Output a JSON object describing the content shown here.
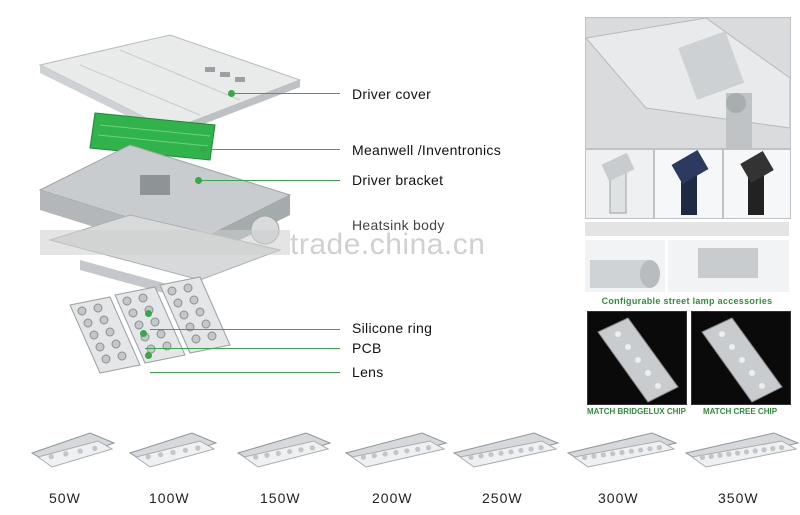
{
  "diagram": {
    "labels": {
      "driver_cover": "Driver cover",
      "meanwell": "Meanwell /Inventronics",
      "driver_bracket": "Driver bracket",
      "heatsink": "Heatsink body",
      "silicone": "Silicone ring",
      "pcb": "PCB",
      "lens": "Lens"
    },
    "accent": "#3aa64a",
    "driver_color": "#2fb34a"
  },
  "watermark": "trade.china.cn",
  "accessories": {
    "title": "Configurable street lamp accessories",
    "chip_left": "MATCH BRIDGELUX CHIP",
    "chip_right": "MATCH CREE CHIP"
  },
  "wattages": [
    "50W",
    "100W",
    "150W",
    "200W",
    "250W",
    "300W",
    "350W"
  ]
}
